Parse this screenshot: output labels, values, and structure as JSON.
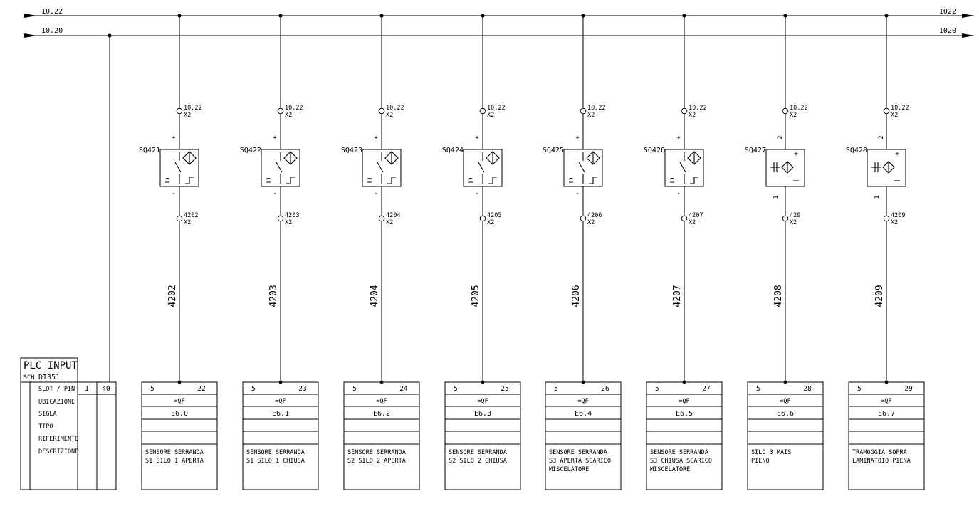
{
  "rails": {
    "top": {
      "left_label": "10.22",
      "right_label": "1022"
    },
    "bottom": {
      "left_label": "10.20",
      "right_label": "1020"
    }
  },
  "plc": {
    "title": "PLC INPUT",
    "sch_label": "SCH",
    "module": "DI351",
    "rows": [
      "SLOT / PIN",
      "UBICAZIONE",
      "SIGLA",
      "TIPO",
      "RIFERIMENTO",
      "DESCRIZIONE"
    ],
    "slot": "1",
    "pin": "40"
  },
  "channels": [
    {
      "tag": "SQ421",
      "type": "switch",
      "top_term": "10.22",
      "bot_term": "4202",
      "term_strip": "X2",
      "pol_top": "+",
      "pol_bot": "-",
      "wire": "4202",
      "slot": "5",
      "pin": "22",
      "loc": "=QF",
      "addr": "E6.0",
      "desc": [
        "SENSORE SERRANDA",
        "S1 SILO 1 APERTA"
      ]
    },
    {
      "tag": "SQ422",
      "type": "switch",
      "top_term": "10.22",
      "bot_term": "4203",
      "term_strip": "X2",
      "pol_top": "+",
      "pol_bot": "-",
      "wire": "4203",
      "slot": "5",
      "pin": "23",
      "loc": "=QF",
      "addr": "E6.1",
      "desc": [
        "SENSORE SERRANDA",
        "S1 SILO 1 CHIUSA"
      ]
    },
    {
      "tag": "SQ423",
      "type": "switch",
      "top_term": "10.22",
      "bot_term": "4204",
      "term_strip": "X2",
      "pol_top": "+",
      "pol_bot": "-",
      "wire": "4204",
      "slot": "5",
      "pin": "24",
      "loc": "=QF",
      "addr": "E6.2",
      "desc": [
        "SENSORE SERRANDA",
        "S2 SILO 2 APERTA"
      ]
    },
    {
      "tag": "SQ424",
      "type": "switch",
      "top_term": "10.22",
      "bot_term": "4205",
      "term_strip": "X2",
      "pol_top": "+",
      "pol_bot": "-",
      "wire": "4205",
      "slot": "5",
      "pin": "25",
      "loc": "=QF",
      "addr": "E6.3",
      "desc": [
        "SENSORE SERRANDA",
        "S2 SILO 2 CHIUSA"
      ]
    },
    {
      "tag": "SQ425",
      "type": "switch",
      "top_term": "10.22",
      "bot_term": "4206",
      "term_strip": "X2",
      "pol_top": "+",
      "pol_bot": "-",
      "wire": "4206",
      "slot": "5",
      "pin": "26",
      "loc": "=QF",
      "addr": "E6.4",
      "desc": [
        "SENSORE SERRANDA",
        "S3  APERTA SCARICO",
        "MISCELATORE"
      ]
    },
    {
      "tag": "SQ426",
      "type": "switch",
      "top_term": "10.22",
      "bot_term": "4207",
      "term_strip": "X2",
      "pol_top": "+",
      "pol_bot": "-",
      "wire": "4207",
      "slot": "5",
      "pin": "27",
      "loc": "=QF",
      "addr": "E6.5",
      "desc": [
        "SENSORE SERRANDA",
        "S3  CHIUSA SCARICO",
        "MISCELATORE"
      ]
    },
    {
      "tag": "SQ427",
      "type": "capacitive",
      "top_term": "10.22",
      "bot_term": "429",
      "term_strip": "X2",
      "pol_top": "2",
      "pol_bot": "1",
      "wire": "4208",
      "slot": "5",
      "pin": "28",
      "loc": "=QF",
      "addr": "E6.6",
      "desc": [
        "SILO 3 MAIS",
        "PIENO"
      ]
    },
    {
      "tag": "SQ428",
      "type": "capacitive",
      "top_term": "10.22",
      "bot_term": "4209",
      "term_strip": "X2",
      "pol_top": "2",
      "pol_bot": "1",
      "wire": "4209",
      "slot": "5",
      "pin": "29",
      "loc": "=QF",
      "addr": "E6.7",
      "desc": [
        "TRAMOGGIA SOPRA",
        "LAMINATOIO PIENA"
      ]
    }
  ]
}
